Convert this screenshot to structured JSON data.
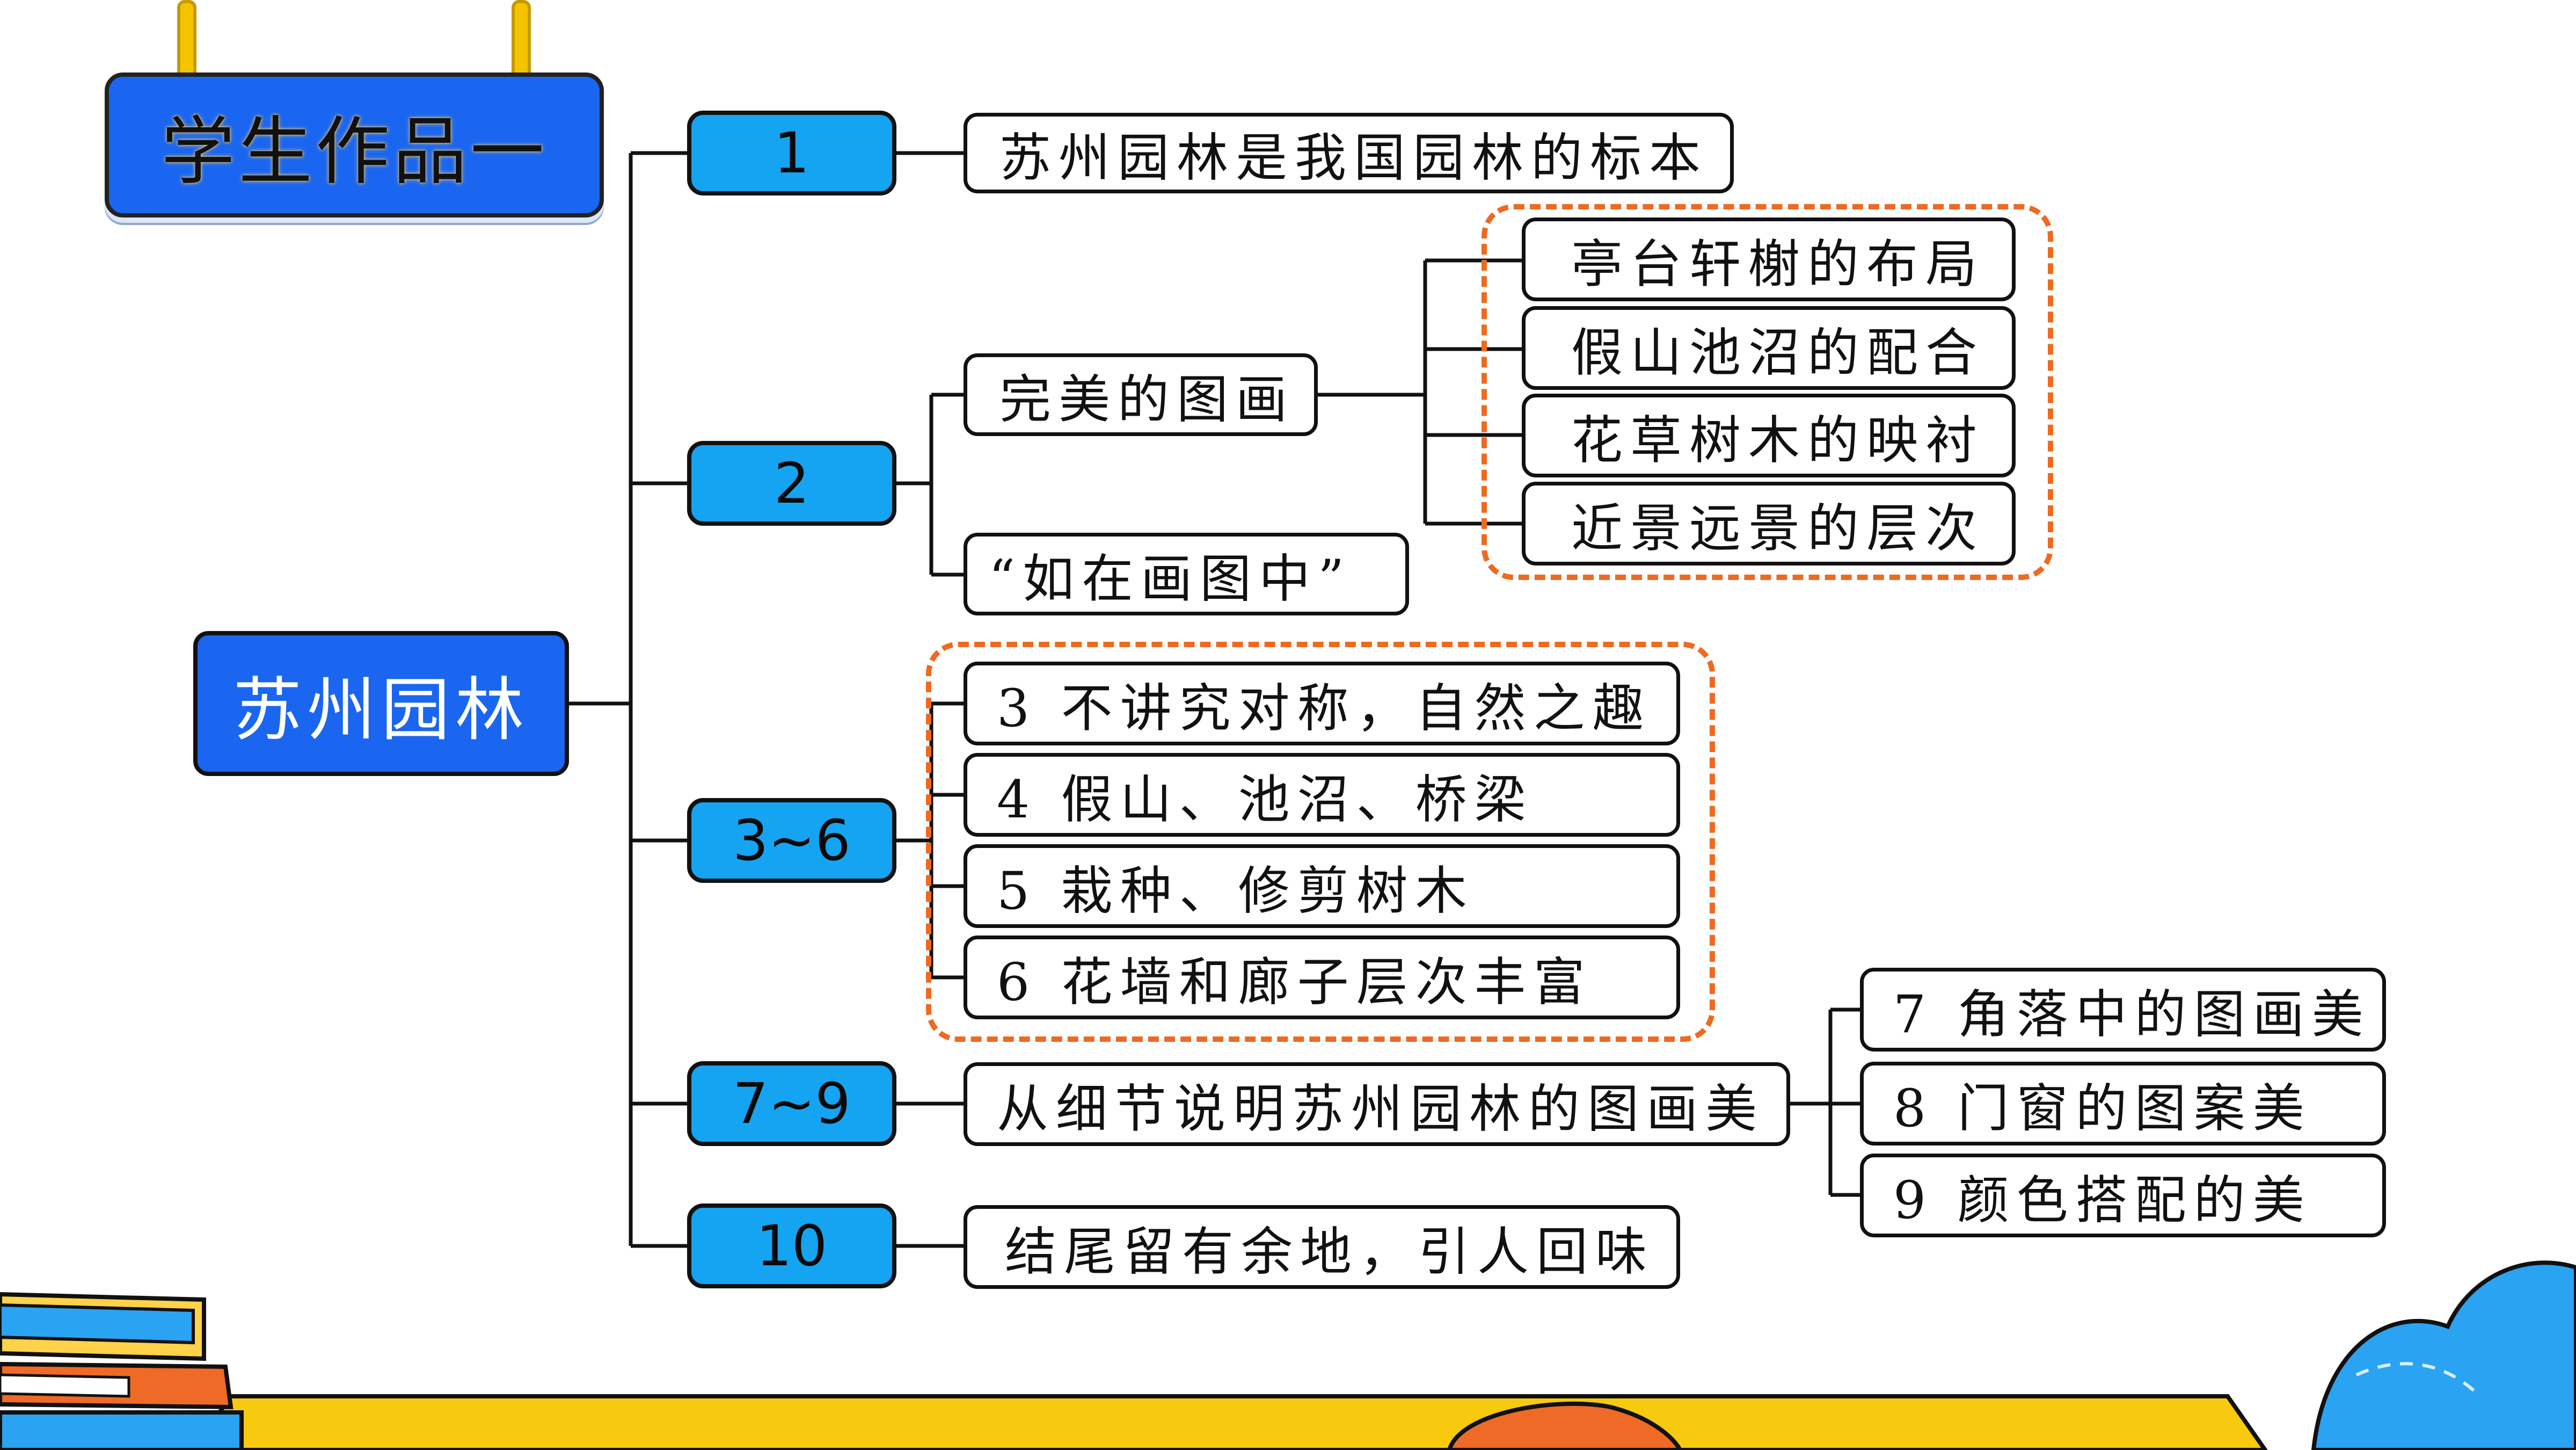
{
  "title": "学生作品一",
  "root": "苏州园林",
  "sections": [
    {
      "num": "1"
    },
    {
      "num": "2"
    },
    {
      "num": "3~6"
    },
    {
      "num": "7~9"
    },
    {
      "num": "10"
    }
  ],
  "s1": "苏州园林是我国园林的标本",
  "s2": {
    "a": "完美的图画",
    "b": "“如在画图中”",
    "items": [
      "亭台轩榭的布局",
      "假山池沼的配合",
      "花草树木的映衬",
      "近景远景的层次"
    ]
  },
  "s3": {
    "items": [
      "3  不讲究对称，自然之趣",
      "4  假山、池沼、桥梁",
      "5  栽种、修剪树木",
      "6  花墙和廊子层次丰富"
    ]
  },
  "s4": {
    "main": "从细节说明苏州园林的图画美",
    "items": [
      "7  角落中的图画美",
      "8  门窗的图案美",
      "9  颜色搭配的美"
    ]
  },
  "s5": "结尾留有余地，引人回味",
  "colors": {
    "blue": "#1a66f0",
    "cyan": "#14a4f2",
    "orange_dash": "#ee6a20",
    "yellow": "#f7c90f"
  }
}
